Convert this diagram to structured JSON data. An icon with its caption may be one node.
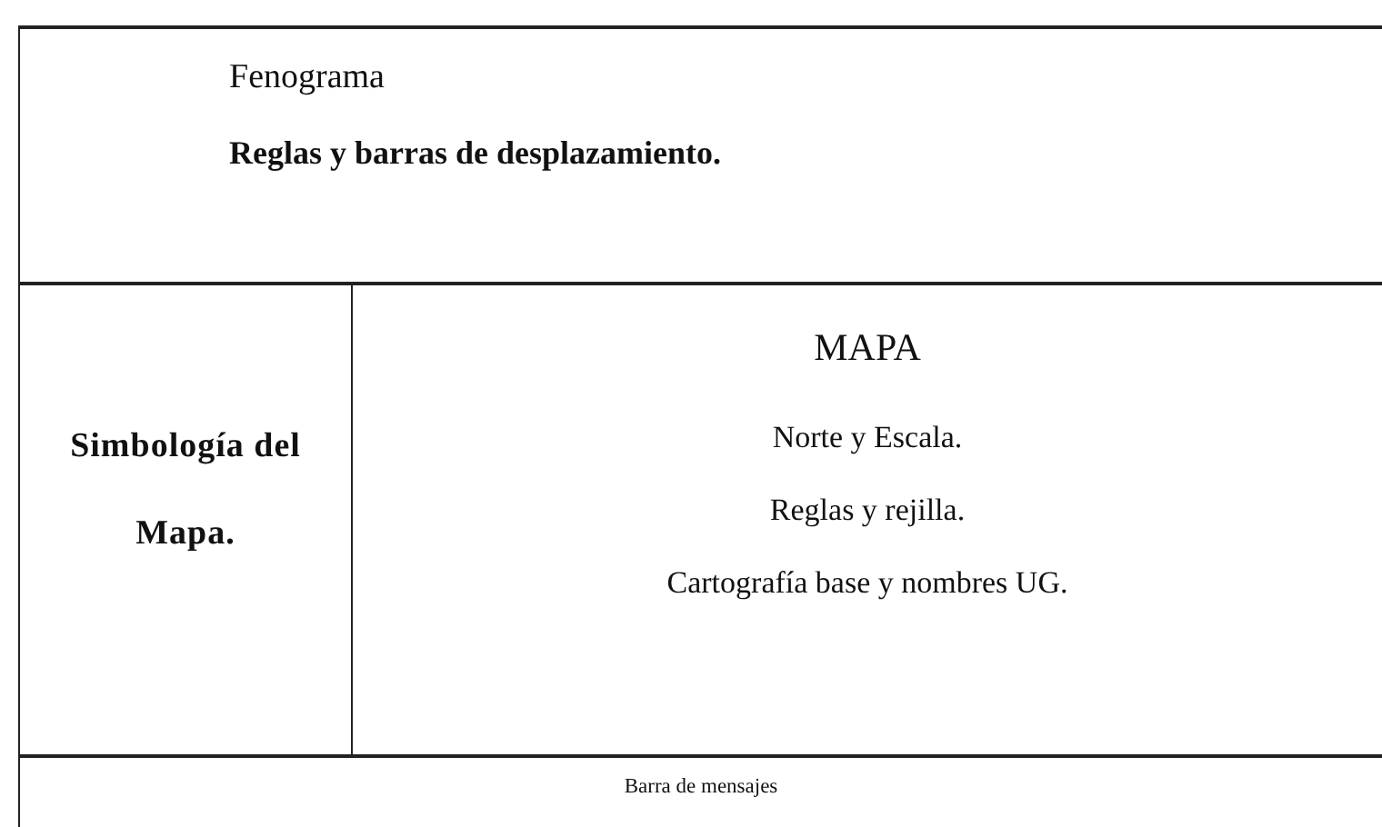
{
  "diagram": {
    "nodes": [
      {
        "text": [
          "Fenograma",
          "Reglas y barras de desplazamiento."
        ]
      },
      {
        "text": [
          "Simbología del Mapa."
        ]
      },
      {
        "text": [
          "MAPA",
          "Norte y Escala.",
          "Reglas y rejilla.",
          "Cartografía base y nombres UG."
        ]
      },
      {
        "text": [
          "Barra de mensajes"
        ]
      }
    ]
  }
}
